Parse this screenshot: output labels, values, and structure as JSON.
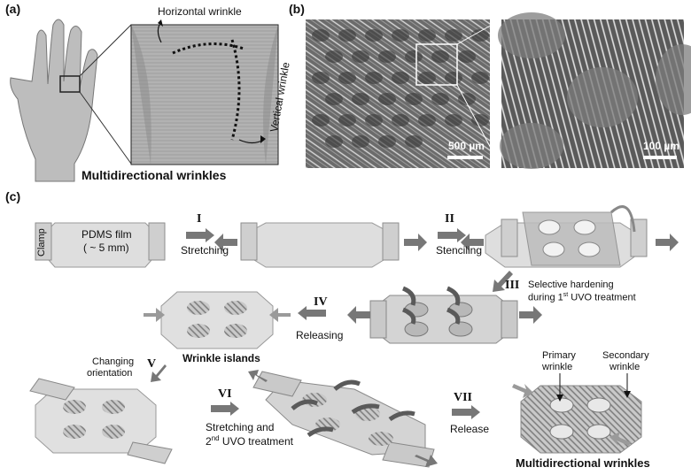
{
  "panels": {
    "a": {
      "letter": "(a)",
      "horizontal_label": "Horizontal wrinkle",
      "vertical_label": "Vertical wrinkle",
      "caption": "Multidirectional wrinkles"
    },
    "b": {
      "letter": "(b)",
      "scale_left": "500 µm",
      "scale_right": "100 µm"
    },
    "c": {
      "letter": "(c)",
      "clamp": "Clamp",
      "film_line1": "PDMS film",
      "film_line2": "( ~ 5 mm)",
      "steps": {
        "s1_num": "I",
        "s1_label": "Stretching",
        "s2_num": "II",
        "s2_label": "Stenciling",
        "s3_num": "III",
        "s3_line1": "Selective hardening",
        "s3_line2a": "during 1",
        "s3_sup": "st",
        "s3_line2b": " UVO treatment",
        "s4_num": "IV",
        "s4_label": "Releasing",
        "s5_num": "V",
        "s5_line1": "Changing",
        "s5_line2": "orientation",
        "s6_num": "VI",
        "s6_line1": "Stretching and",
        "s6_line2a": "2",
        "s6_sup": "nd",
        "s6_line2b": " UVO treatment",
        "s7_num": "VII",
        "s7_label": "Release"
      },
      "islands_caption": "Wrinkle islands",
      "primary_line1": "Primary",
      "primary_line2": "wrinkle",
      "secondary_line1": "Secondary",
      "secondary_line2": "wrinkle",
      "final_caption": "Multidirectional wrinkles"
    }
  }
}
